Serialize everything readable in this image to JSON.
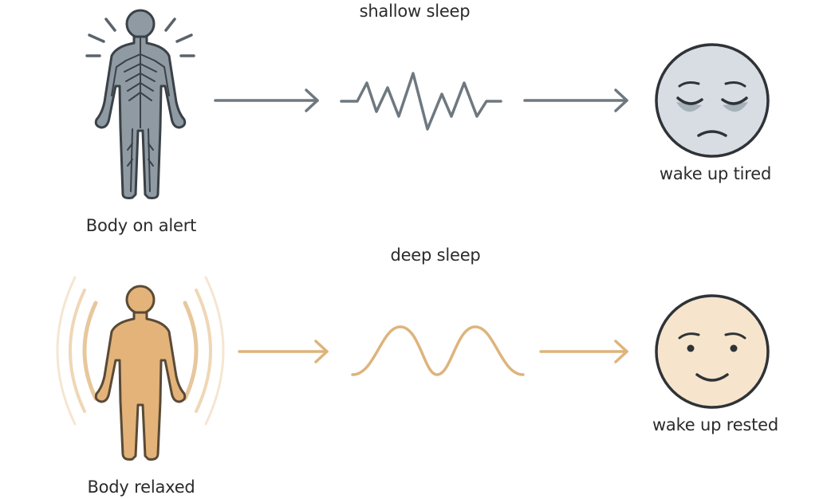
{
  "top_row": {
    "body_label": "Body on alert",
    "sleep_label": "shallow sleep",
    "wake_label": "wake up tired",
    "body_icon": "alert-body-icon",
    "face_icon": "tired-face-icon"
  },
  "bottom_row": {
    "body_label": "Body relaxed",
    "sleep_label": "deep sleep",
    "wake_label": "wake up rested",
    "body_icon": "relaxed-body-icon",
    "face_icon": "rested-face-icon"
  },
  "colors": {
    "alert": "#7a858e",
    "alert_fill": "#8f9aa3",
    "tired_face": "#d7dde2",
    "relaxed": "#ddb47c",
    "relaxed_fill": "#e3b37a",
    "rested_face": "#f6e5cc",
    "outline": "#2f3337"
  }
}
